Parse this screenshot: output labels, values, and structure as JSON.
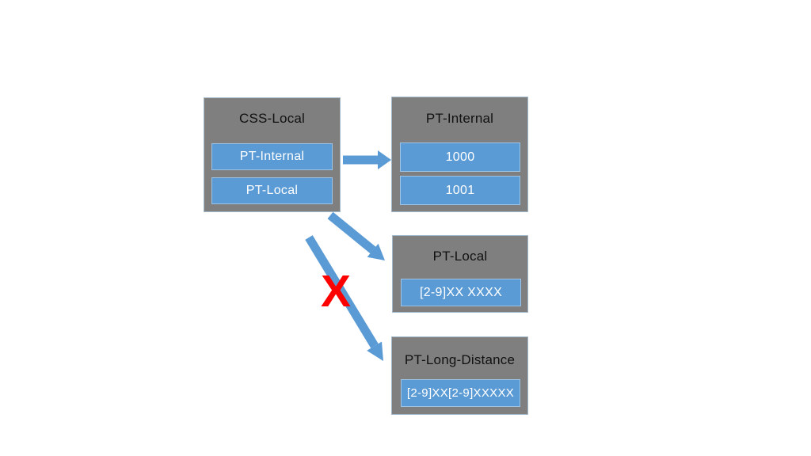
{
  "diagram": {
    "description": "Calling-search-space to partition routing diagram",
    "boxes": {
      "css_local": {
        "title": "CSS-Local",
        "items": [
          "PT-Internal",
          "PT-Local"
        ]
      },
      "pt_internal": {
        "title": "PT-Internal",
        "items": [
          "1000",
          "1001"
        ]
      },
      "pt_local": {
        "title": "PT-Local",
        "items": [
          "[2-9]XX XXXX"
        ]
      },
      "pt_long_distance": {
        "title": "PT-Long-Distance",
        "items": [
          "[2-9]XX[2-9]XXXXX"
        ]
      }
    },
    "connections": [
      {
        "from": "CSS-Local",
        "to": "PT-Internal",
        "blocked": false
      },
      {
        "from": "CSS-Local",
        "to": "PT-Local",
        "blocked": false
      },
      {
        "from": "CSS-Local",
        "to": "PT-Long-Distance",
        "blocked": true
      }
    ],
    "blocked_marker": "X",
    "colors": {
      "container_fill": "#7f7f7f",
      "container_border": "#a4b8cc",
      "item_fill": "#5b9bd5",
      "item_border": "#9dc3e6",
      "item_text": "#ffffff",
      "title_text": "#111111",
      "arrow": "#5b9bd5",
      "blocked_marker": "#ff0000",
      "background": "#ffffff"
    }
  }
}
